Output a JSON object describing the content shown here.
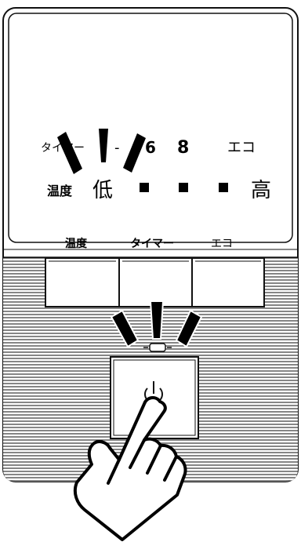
{
  "display": {
    "row1": {
      "timer_label": "タイマー",
      "dash": "-",
      "hours_partial": "6",
      "hours": "8",
      "eco_label": "エコ"
    },
    "row2": {
      "temp_label": "温度",
      "low_label": "低",
      "high_label": "高",
      "level_indicator_count": 3
    }
  },
  "buttons": {
    "temp_button_label": "温度",
    "timer_button_label": "タイマー",
    "eco_button_label": "エコ"
  },
  "icons": {
    "power": "power-icon",
    "standby_led": "standby-led-icon",
    "hand": "pointing-hand-icon",
    "press_marks": "press-indicator-icon"
  }
}
